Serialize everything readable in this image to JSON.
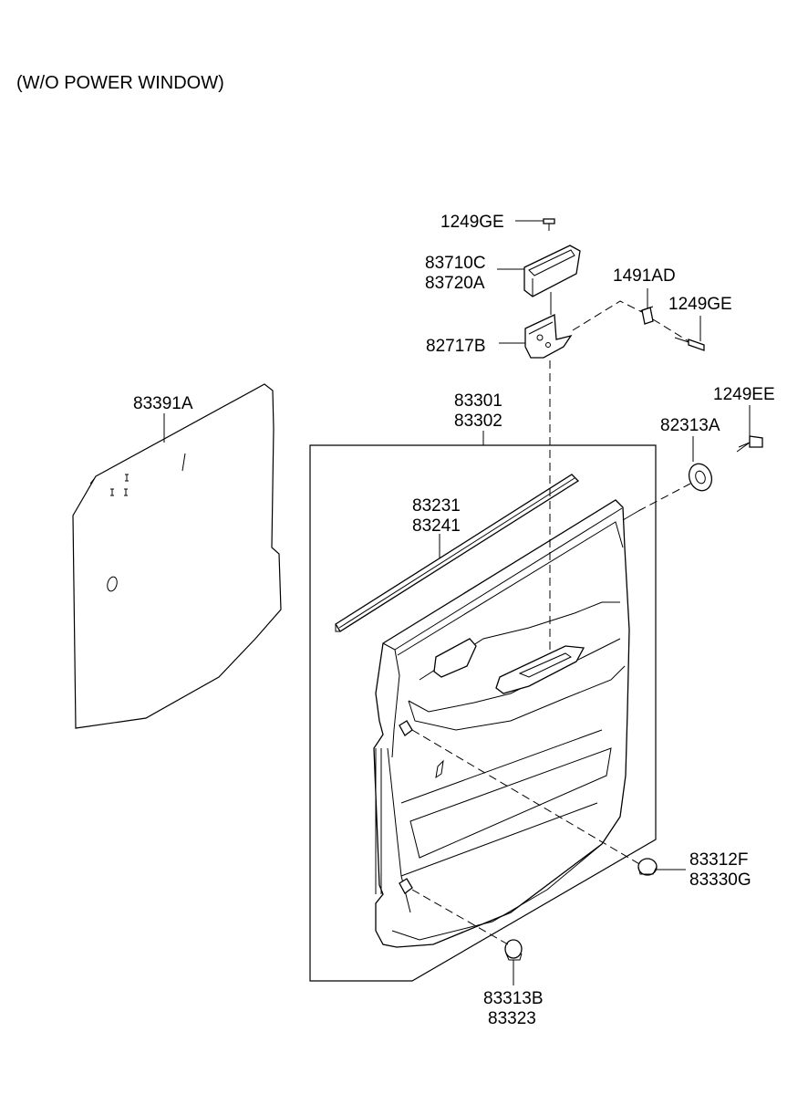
{
  "title": "(W/O POWER WINDOW)",
  "labels": {
    "p1249ge_top": "1249GE",
    "p83710c": "83710C",
    "p83720a": "83720A",
    "p1491ad": "1491AD",
    "p1249ge_right": "1249GE",
    "p82717b": "82717B",
    "p83391a": "83391A",
    "p83301": "83301",
    "p83302": "83302",
    "p1249ee": "1249EE",
    "p82313a": "82313A",
    "p83231": "83231",
    "p83241": "83241",
    "p83312f": "83312F",
    "p83330g": "83330G",
    "p83313b": "83313B",
    "p83323": "83323"
  }
}
